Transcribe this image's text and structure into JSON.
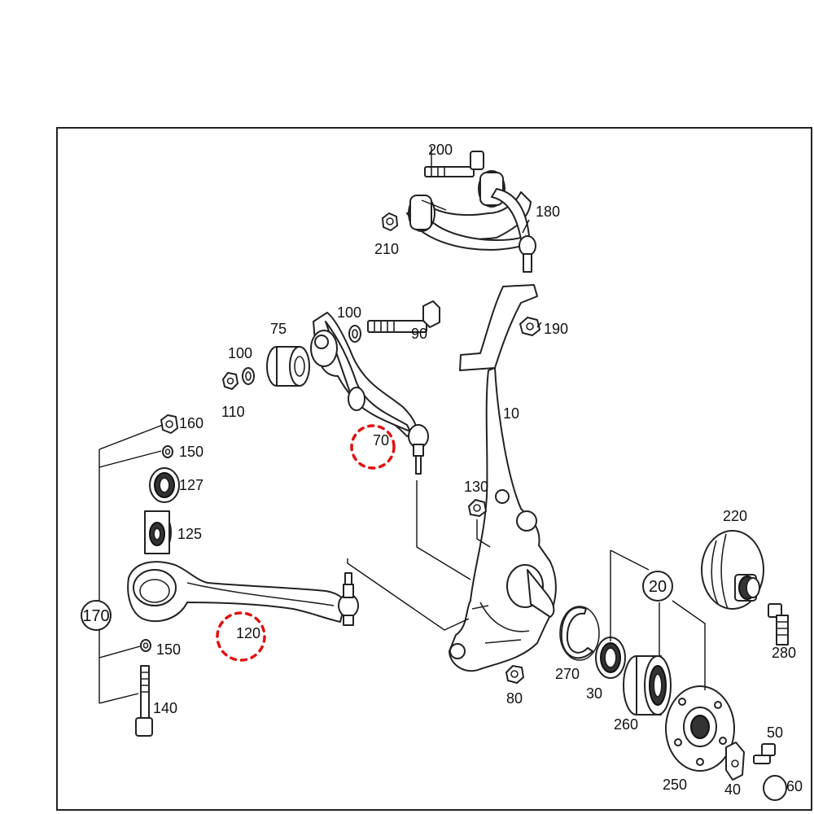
{
  "diagram": {
    "labels": {
      "p10": "10",
      "p20": "20",
      "p30": "30",
      "p40": "40",
      "p50": "50",
      "p60": "60",
      "p70": "70",
      "p75": "75",
      "p80": "80",
      "p90": "90",
      "p100a": "100",
      "p100b": "100",
      "p110": "110",
      "p120": "120",
      "p125": "125",
      "p127": "127",
      "p130": "130",
      "p140": "140",
      "p150a": "150",
      "p150b": "150",
      "p160": "160",
      "p170": "170",
      "p180": "180",
      "p190": "190",
      "p200": "200",
      "p210": "210",
      "p220": "220",
      "p250": "250",
      "p260": "260",
      "p270": "270",
      "p280": "280"
    },
    "highlighted_parts": [
      "70",
      "120"
    ],
    "highlight_color": "#e01010"
  }
}
